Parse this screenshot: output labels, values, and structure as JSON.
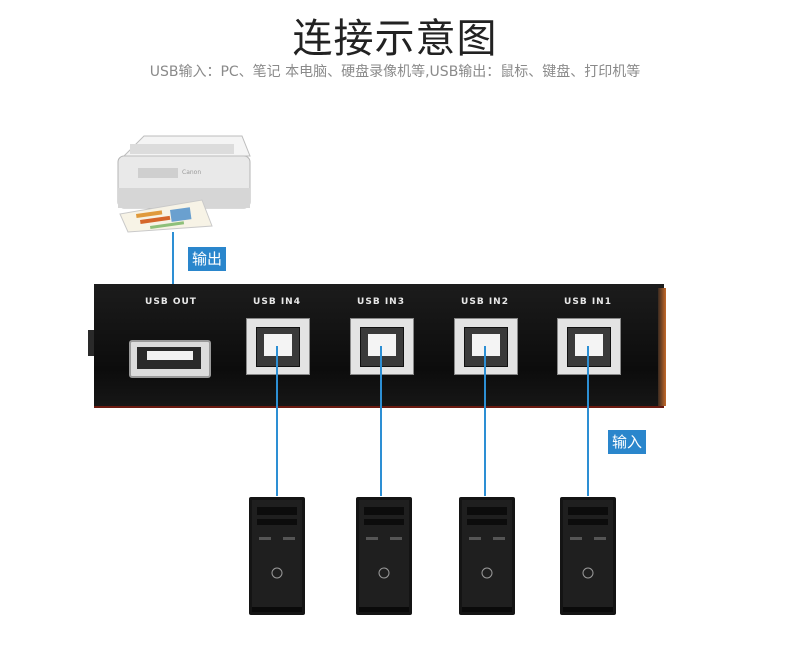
{
  "title": "连接示意图",
  "subtitle": "USB输入：PC、笔记 本电脑、硬盘录像机等,USB输出：鼠标、键盘、打印机等",
  "tags": {
    "output": "输出",
    "input": "输入"
  },
  "hub": {
    "port_out_label": "USB OUT",
    "ports_in": [
      "USB IN4",
      "USB IN3",
      "USB IN2",
      "USB IN1"
    ]
  },
  "printer_brand": "Canon",
  "colors": {
    "wire": "#2d8fd4",
    "tag": "#2a86cc",
    "hub": "#111111"
  }
}
